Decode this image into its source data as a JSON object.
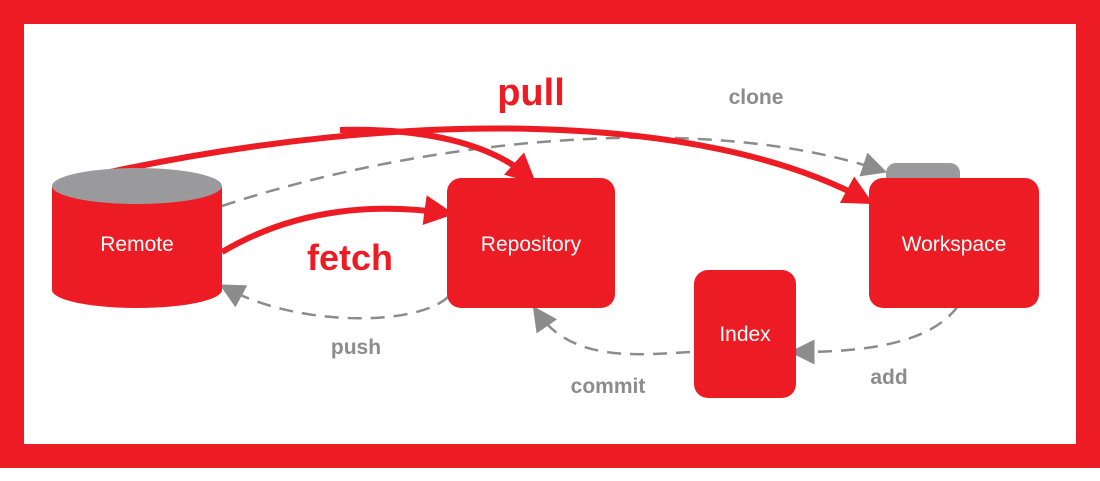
{
  "colors": {
    "accent": "#ed1c24",
    "muted": "#8c8c8c",
    "cylinder_top": "#9a9a9c",
    "background": "#ffffff"
  },
  "nodes": {
    "remote": "Remote",
    "repository": "Repository",
    "workspace": "Workspace",
    "index": "Index"
  },
  "edges": {
    "pull": "pull",
    "fetch": "fetch",
    "clone": "clone",
    "push": "push",
    "commit": "commit",
    "add": "add"
  }
}
